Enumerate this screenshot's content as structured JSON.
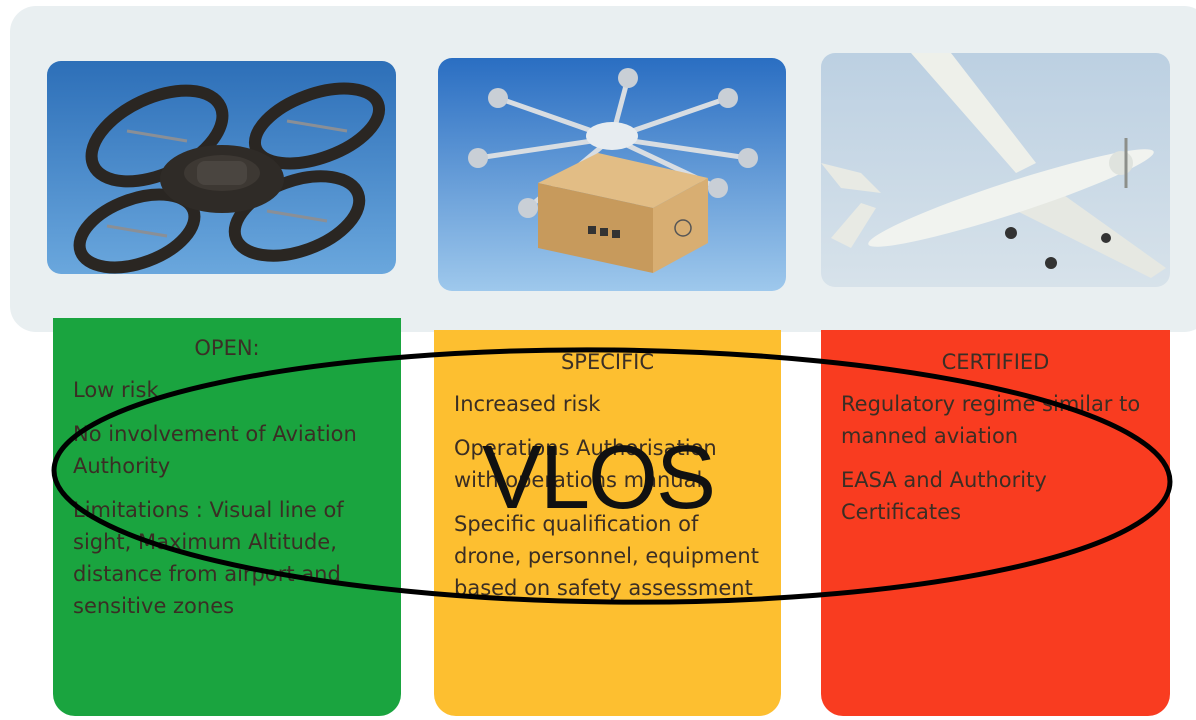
{
  "categories": [
    {
      "title": "OPEN:",
      "items": [
        "Low risk",
        "No involvement of Aviation Authority",
        "Limitations : Visual line of sight, Maximum Altitude, distance from airport and sensitive zones"
      ],
      "color": "#1aa43f",
      "photo": "quadcopter-drone-photo"
    },
    {
      "title": "SPECIFIC",
      "items": [
        "Increased risk",
        "Operations Authorisation with operations manual",
        "Specific qualification of drone, personnel, equipment based on safety assessment"
      ],
      "color": "#fdbf30",
      "photo": "delivery-drone-photo"
    },
    {
      "title": "CERTIFIED",
      "items": [
        "Regulatory regime similar to manned aviation",
        "EASA and Authority Certificates"
      ],
      "color": "#f93c20",
      "photo": "fixed-wing-uav-photo"
    }
  ],
  "overlay": {
    "label": "VLOS",
    "shape": "ellipse"
  }
}
